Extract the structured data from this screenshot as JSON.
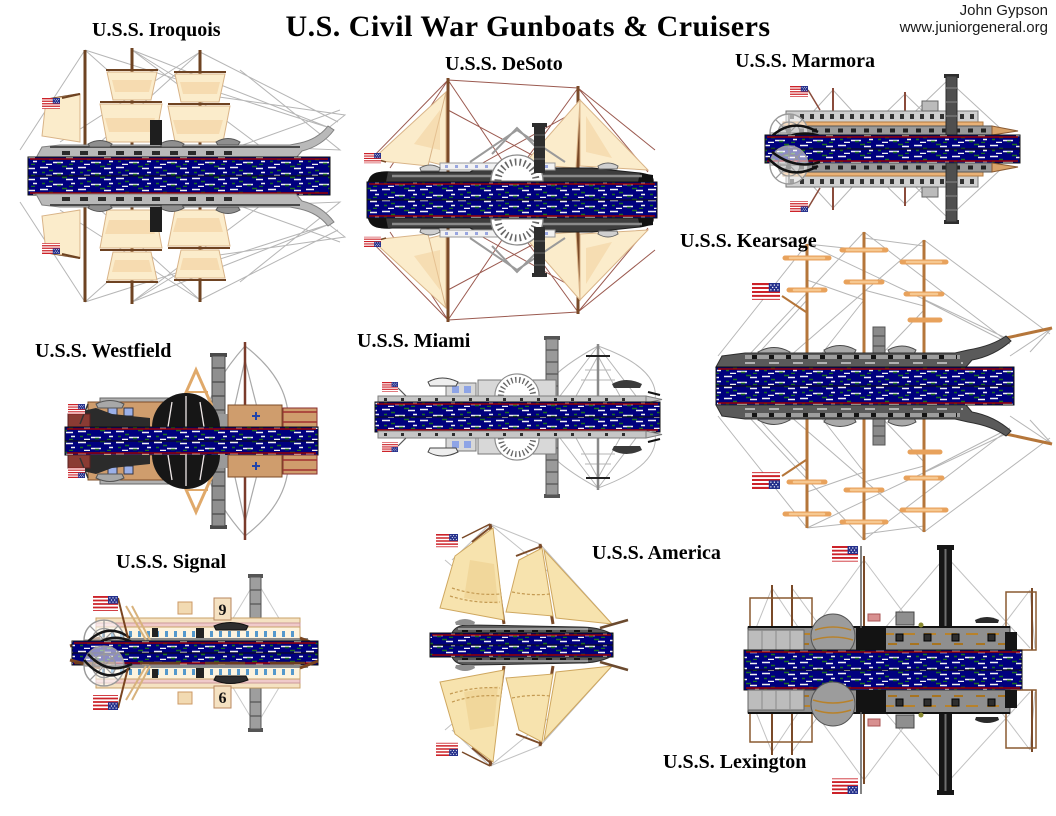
{
  "page": {
    "title": "U.S. Civil War Gunboats & Cruisers",
    "credit": {
      "name": "John Gypson",
      "website": "www.juniorgeneral.org"
    }
  },
  "colors": {
    "water": "#00007e",
    "water_foam": "#f2f2f2",
    "water_weed": "#1c6e22",
    "waterline_red": "#990000",
    "sail_cream": "#fbeccb",
    "sail_gold": "#f7e3ae",
    "hull_gray": "#b9b9b9",
    "hull_dark": "#3d3d3d",
    "superstructure_tan": "#cf9d6d",
    "cabin_cream": "#fdf3de",
    "flag_red": "#cc2229",
    "flag_blue": "#24308c"
  },
  "ships": [
    {
      "name": "U.S.S. Iroquois"
    },
    {
      "name": "U.S.S. DeSoto"
    },
    {
      "name": "U.S.S. Marmora"
    },
    {
      "name": "U.S.S. Kearsage"
    },
    {
      "name": "U.S.S. Westfield"
    },
    {
      "name": "U.S.S. Miami"
    },
    {
      "name": "U.S.S. Signal",
      "hull_number_top": "9",
      "hull_number_bottom": "6"
    },
    {
      "name": "U.S.S. America"
    },
    {
      "name": "U.S.S. Lexington"
    }
  ]
}
